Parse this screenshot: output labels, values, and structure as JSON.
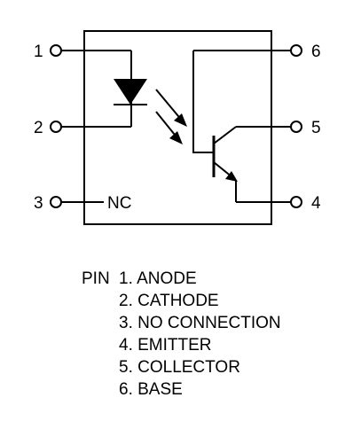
{
  "pins": {
    "p1": "1",
    "p2": "2",
    "p3": "3",
    "p4": "4",
    "p5": "5",
    "p6": "6"
  },
  "nc_label": "NC",
  "legend": {
    "prefix": "PIN",
    "items": [
      "1. ANODE",
      "2. CATHODE",
      "3. NO CONNECTION",
      "4. EMITTER",
      "5. COLLECTOR",
      "6. BASE"
    ]
  }
}
